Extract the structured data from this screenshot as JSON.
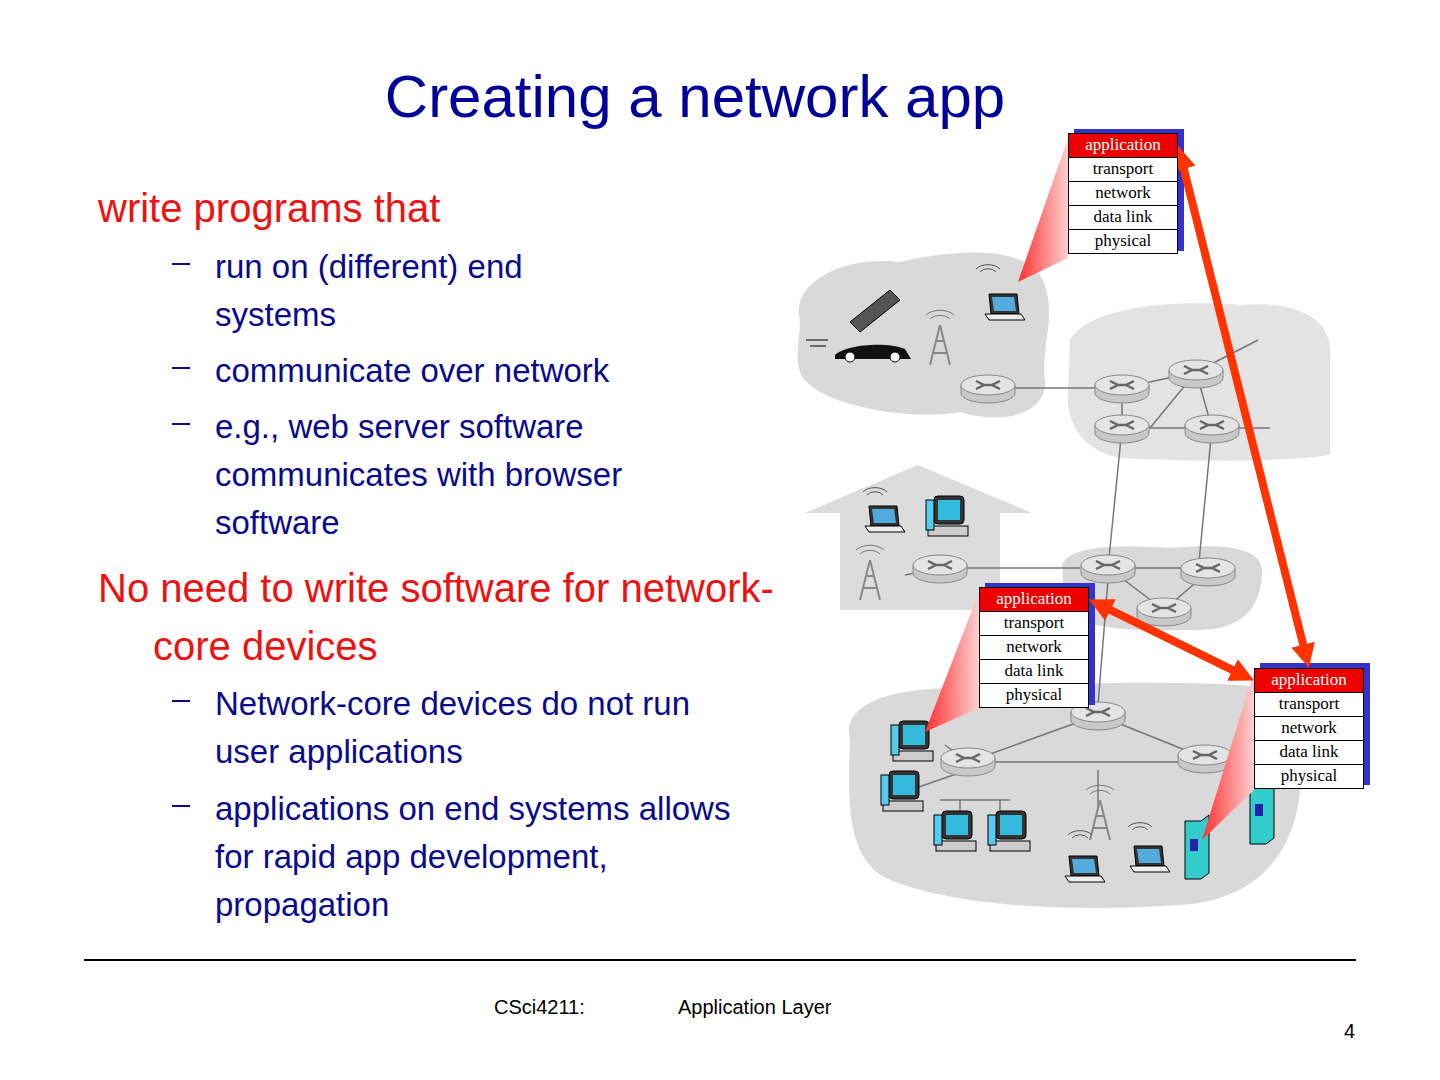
{
  "diagram": {
    "title": "Creating a network app",
    "nodes": [
      {
        "text": [
          "application"
        ]
      },
      {
        "text": [
          "transport"
        ]
      },
      {
        "text": [
          "network"
        ]
      },
      {
        "text": [
          "data link"
        ]
      },
      {
        "text": [
          "physical"
        ]
      },
      {
        "text": [
          "application"
        ]
      },
      {
        "text": [
          "transport"
        ]
      },
      {
        "text": [
          "network"
        ]
      },
      {
        "text": [
          "data link"
        ]
      },
      {
        "text": [
          "physical"
        ]
      },
      {
        "text": [
          "application"
        ]
      },
      {
        "text": [
          "transport"
        ]
      },
      {
        "text": [
          "network"
        ]
      },
      {
        "text": [
          "data link"
        ]
      },
      {
        "text": [
          "physical"
        ]
      }
    ],
    "edges": [
      {
        "from": 0,
        "to": 10,
        "arrow": "both"
      },
      {
        "from": 5,
        "to": 10,
        "arrow": "both"
      }
    ],
    "labels": [
      "write programs that",
      "run on (different) end systems",
      "communicate over network",
      "e.g., web server software communicates with browser software",
      "No need to write software for network-core devices",
      "Network-core devices do not run user applications",
      "applications on end systems allows for rapid app development, propagation",
      "CSci4211:",
      "Application Layer",
      "4"
    ]
  }
}
